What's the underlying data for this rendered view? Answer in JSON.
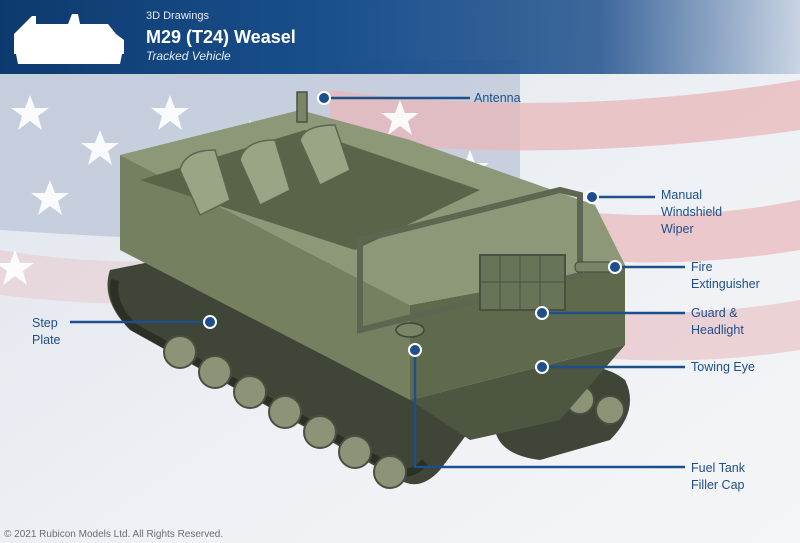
{
  "header": {
    "subtitle": "3D Drawings",
    "title": "M29 (T24) Weasel",
    "tagline": "Tracked Vehicle"
  },
  "labels": {
    "antenna": "Antenna",
    "wiper_1": "Manual",
    "wiper_2": "Windshield",
    "wiper_3": "Wiper",
    "fire_1": "Fire",
    "fire_2": "Extinguisher",
    "guard_1": "Guard &",
    "guard_2": "Headlight",
    "towing": "Towing Eye",
    "step_1": "Step",
    "step_2": "Plate",
    "fuel_1": "Fuel Tank",
    "fuel_2": "Filler Cap"
  },
  "footer": {
    "copyright": "© 2021 Rubicon Models Ltd. All Rights Reserved."
  },
  "colors": {
    "header_blue": "#0d3a6e",
    "leader_blue": "#1d4f8a",
    "vehicle_green": "#6f7a5c"
  }
}
